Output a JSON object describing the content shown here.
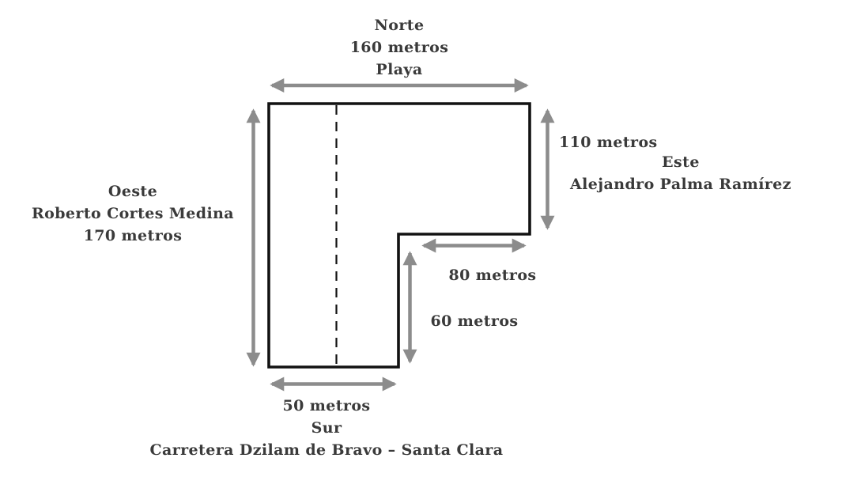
{
  "sides": {
    "north": {
      "name": "Norte",
      "length": "160 metros",
      "boundary": "Playa"
    },
    "west": {
      "name": "Oeste",
      "boundary": "Roberto Cortes Medina",
      "length": "170 metros"
    },
    "east": {
      "length": "110 metros",
      "name": "Este",
      "boundary": "Alejandro Palma Ramírez"
    },
    "notch_east": {
      "length": "80 metros"
    },
    "notch_south": {
      "length": "60 metros"
    },
    "south": {
      "length": "50 metros",
      "name": "Sur",
      "boundary": "Carretera Dzilam de Bravo – Santa Clara"
    }
  },
  "colors": {
    "outline": "#121212",
    "arrow": "#8c8c8c",
    "text": "#3a3a3a",
    "background": "#ffffff"
  }
}
